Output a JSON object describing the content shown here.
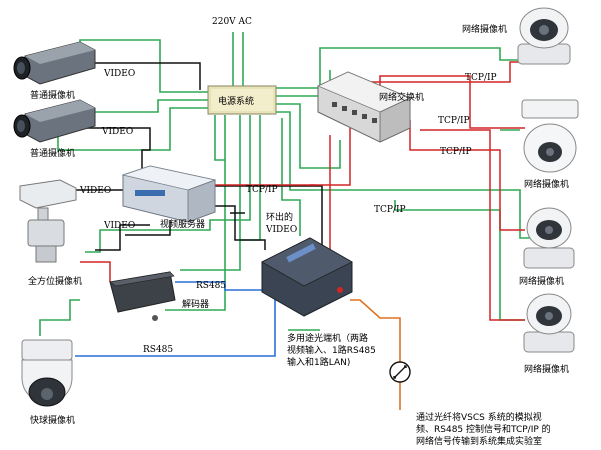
{
  "labels": {
    "power_in": "220V AC",
    "power_system": "电源系统",
    "network_switch": "网络交换机",
    "video_server": "视频服务器",
    "decoder": "解码器",
    "fiber_terminal_line1": "多用途光端机（两路",
    "fiber_terminal_line2": "视频输入、1路RS485",
    "fiber_terminal_line3": "输入和1路LAN)",
    "ordinary_camera": "普通摄像机",
    "ptz_camera": "全方位摄像机",
    "speed_dome": "快球摄像机",
    "network_camera": "网络摄像机",
    "video": "VIDEO",
    "loop_video_line1": "环出的",
    "loop_video_line2": "VIDEO",
    "rs485": "RS485",
    "tcp_ip": "TCP/IP",
    "note_line1": "通过光纤将VSCS 系统的模拟视",
    "note_line2": "频、RS485 控制信号和TCP/IP 的",
    "note_line3": "网络信号传输到系统集成实验室"
  },
  "colors": {
    "power_line": "#2eaa55",
    "video_line": "#111111",
    "network_line": "#d42525",
    "rs485_line": "#2a6fd6",
    "fiber_line": "#e07020"
  }
}
